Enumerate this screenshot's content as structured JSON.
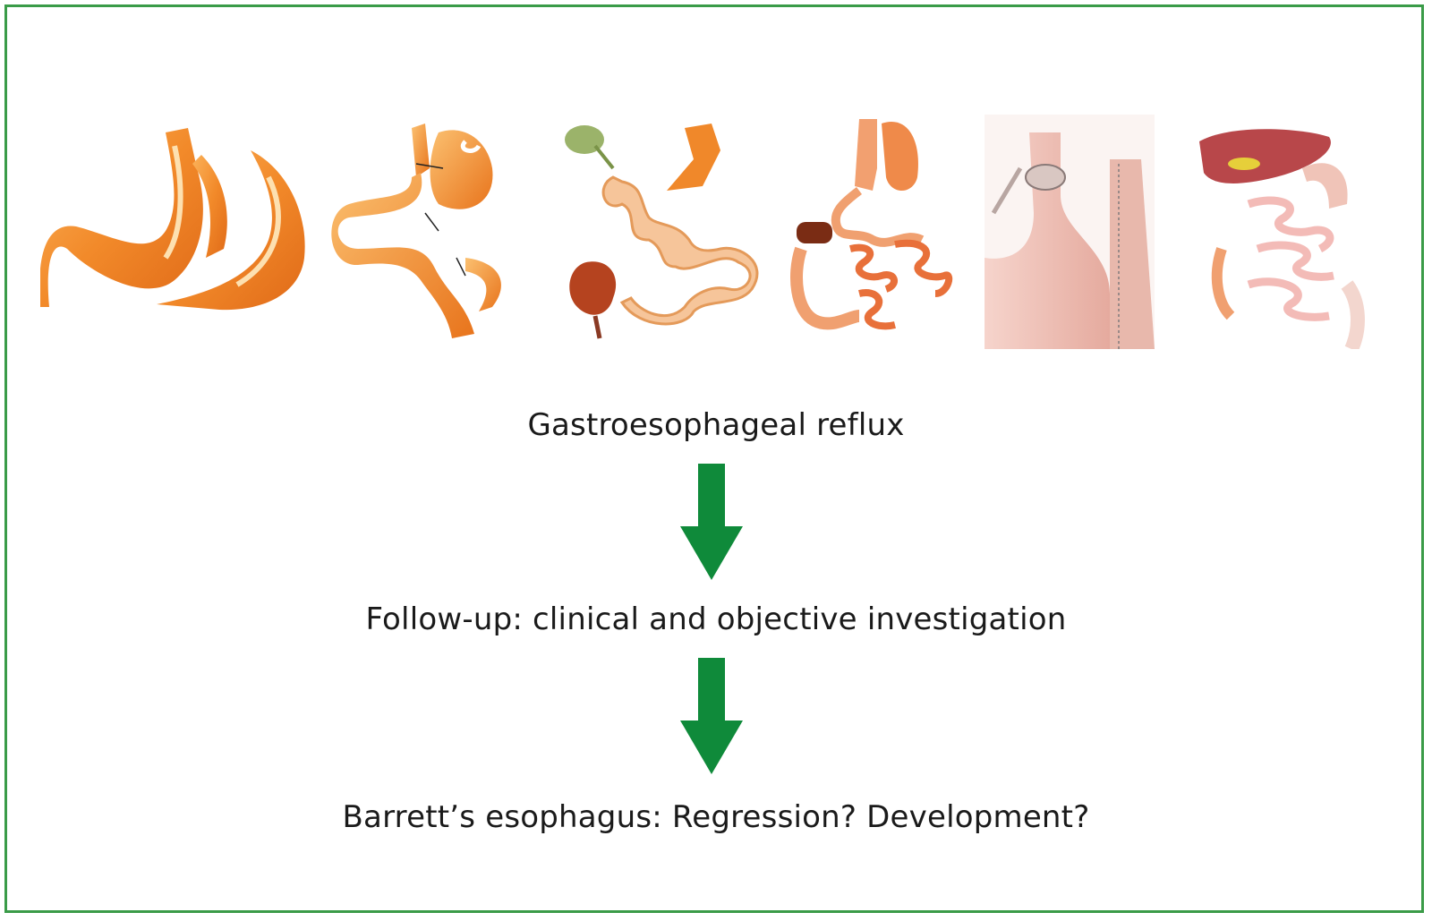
{
  "illustrations": [
    {
      "icon": "sleeve-gastrectomy-icon"
    },
    {
      "icon": "gastric-bypass-icon"
    },
    {
      "icon": "biliopancreatic-diversion-icon"
    },
    {
      "icon": "duodenal-switch-icon"
    },
    {
      "icon": "gastric-band-icon"
    },
    {
      "icon": "mini-gastric-bypass-icon"
    }
  ],
  "flow": {
    "step1": "Gastroesophageal reflux",
    "step2": "Follow-up: clinical and objective investigation",
    "step3": "Barrett’s esophagus: Regression? Development?"
  },
  "colors": {
    "border": "#3a9b48",
    "arrow": "#0f8a3a",
    "organ_orange": "#f08a2c",
    "organ_pink": "#e8a8a0"
  }
}
